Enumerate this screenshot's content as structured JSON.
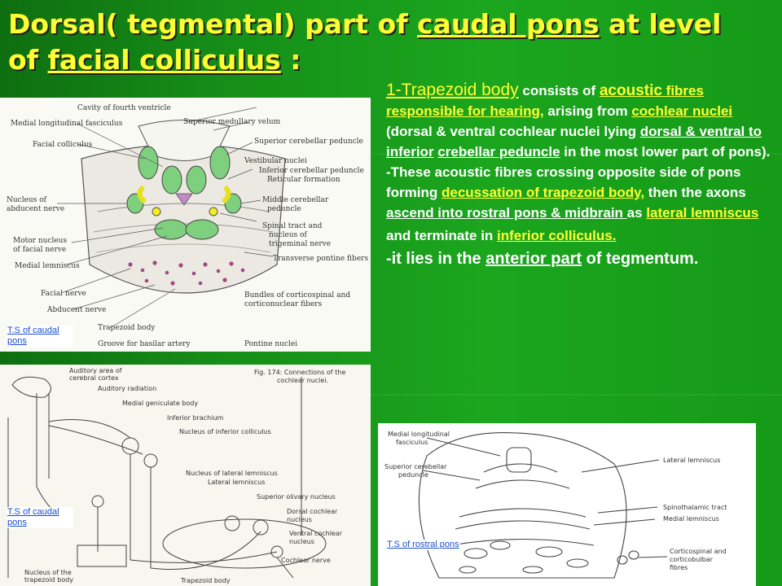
{
  "slide": {
    "title_parts": [
      "Dorsal( tegmental) part of ",
      "caudal pons",
      " at level of ",
      "facial colliculus",
      " :"
    ]
  },
  "text": {
    "p1_head": "1-Trapezoid body",
    "p1_a": " consists of ",
    "p1_b": "acoustic",
    "p1_c": " fibres responsible for hearing,",
    "p1_d": " arising from ",
    "p1_e": "cochlear nuclei",
    "p1_f": " (dorsal & ventral cochlear nuclei lying ",
    "p1_g": "dorsal & ventral to inferior",
    "p1_h": " ",
    "p1_i": "crebellar peduncle",
    "p1_j": " in the most lower part of pons).",
    "p2_a": "-These acoustic fibres crossing  opposite side of pons forming ",
    "p2_b": "decussation of trapezoid body,",
    "p2_c": " then the axons ",
    "p2_d": "ascend into rostral pons &  midbrain ",
    "p2_e": "as ",
    "p2_f": "lateral lemniscus",
    "p2_g": " and terminate in ",
    "p2_h": "inferior colliculus.",
    "p3_a": "-it lies in the ",
    "p3_b": "anterior part",
    "p3_c": " of tegmentum."
  },
  "figure1": {
    "caption": "T.S of caudal pons",
    "labels_left": [
      "Medial longitudinal fasciculus",
      "Facial colliculus",
      "Nucleus of abducent nerve",
      "Motor nucleus of facial nerve",
      "Medial lemniscus",
      "Facial nerve",
      "Abducent nerve",
      "Trapezoid body",
      "Groove for basilar artery"
    ],
    "labels_right": [
      "Cavity of fourth ventricle",
      "Superior medullary velum",
      "Superior cerebellar peduncle",
      "Vestibular nuclei",
      "Inferior cerebellar peduncle",
      "Reticular formation",
      "Middle cerebellar peduncle",
      "Spinal tract and nucleus of trigeminal nerve",
      "Transverse pontine fibers",
      "Bundles of corticospinal and corticonuclear fibers",
      "Pontine nuclei"
    ]
  },
  "figure2": {
    "caption": "T.S of caudal pons",
    "fig_title": "Fig. 174: Connections of the cochlear nuclei.",
    "labels": [
      "Auditory area of cerebral cortex",
      "Auditory radiation",
      "Medial geniculate body",
      "Inferior brachium",
      "Nucleus of inferior colliculus",
      "Nucleus of lateral lemniscus",
      "Lateral lemniscus",
      "Superior olivary nucleus",
      "Dorsal cochlear nucleus",
      "Ventral cochlear nucleus",
      "Cochlear nerve",
      "Nucleus of the trapezoid body",
      "Trapezoid body"
    ]
  },
  "figure3": {
    "caption": "T.S of rostral pons",
    "labels": [
      "Medial longitudinal fasciculus",
      "Superior cerebellar peduncle",
      "Lateral lemniscus",
      "Spinothalamic tract",
      "Medial lemniscus",
      "Corticospinal and corticobulbar fibres"
    ]
  },
  "colors": {
    "title": "#ffff33",
    "highlight": "#ffff33",
    "body": "#ffffff",
    "background": "#169a18",
    "caption_link": "#1a4fd0",
    "nucleus_green": "#7ed07e",
    "nucleus_yellow": "#f2ee20",
    "nucleus_purple": "#c38ac3"
  }
}
